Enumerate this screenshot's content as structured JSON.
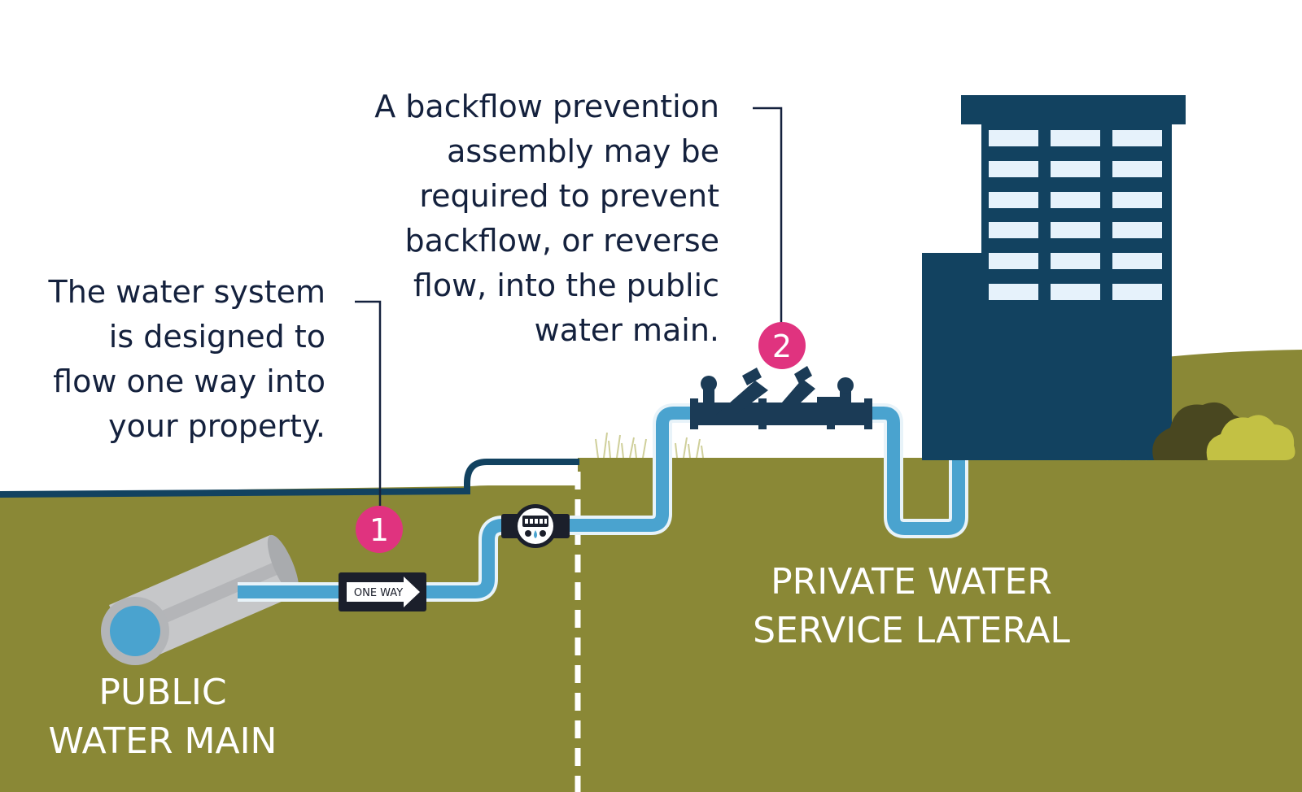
{
  "callouts": [
    {
      "number": "1",
      "text": "The water system\nis designed to\nflow one way into\nyour property."
    },
    {
      "number": "2",
      "text": "A backflow prevention\nassembly may be\nrequired to prevent\nbackflow, or reverse\nflow, into the public\nwater main."
    }
  ],
  "labels": {
    "public": "PUBLIC\nWATER MAIN",
    "private": "PRIVATE WATER\nSERVICE LATERAL"
  },
  "sign": {
    "text": "ONE WAY"
  },
  "colors": {
    "ground": "#8a8836",
    "pipe": "#4aa3cf",
    "building": "#124260",
    "badge": "#e0337f",
    "text": "#14213d"
  },
  "icons": [
    "water-main-pipe",
    "one-way-sign-icon",
    "water-meter-icon",
    "backflow-assembly-icon",
    "building-icon",
    "bush-icon",
    "grass-icon"
  ]
}
